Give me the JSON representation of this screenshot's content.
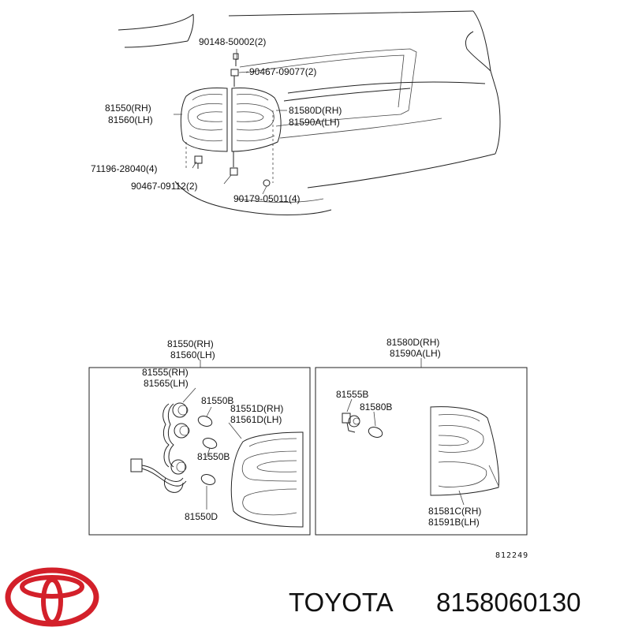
{
  "top_view": {
    "callouts": [
      "90148-50002(2)",
      "90467-09077(2)",
      "81550(RH)",
      "81560(LH)",
      "81580D(RH)",
      "81590A(LH)",
      "71196-28040(4)",
      "90467-09112(2)",
      "90179-05011(4)"
    ]
  },
  "left_panel": {
    "header": [
      "81550(RH)",
      "81560(LH)"
    ],
    "callouts": [
      "81555(RH)",
      "81565(LH)",
      "81550B",
      "81551D(RH)",
      "81561D(LH)",
      "81550B",
      "81550D"
    ]
  },
  "right_panel": {
    "header": [
      "81580D(RH)",
      "81590A(LH)"
    ],
    "callouts": [
      "81555B",
      "81580B",
      "81581C(RH)",
      "81591B(LH)"
    ]
  },
  "ref_number": "812249",
  "brand": {
    "name": "TOYOTA",
    "part_number": "8158060130",
    "logo_color": "#d3202a"
  }
}
